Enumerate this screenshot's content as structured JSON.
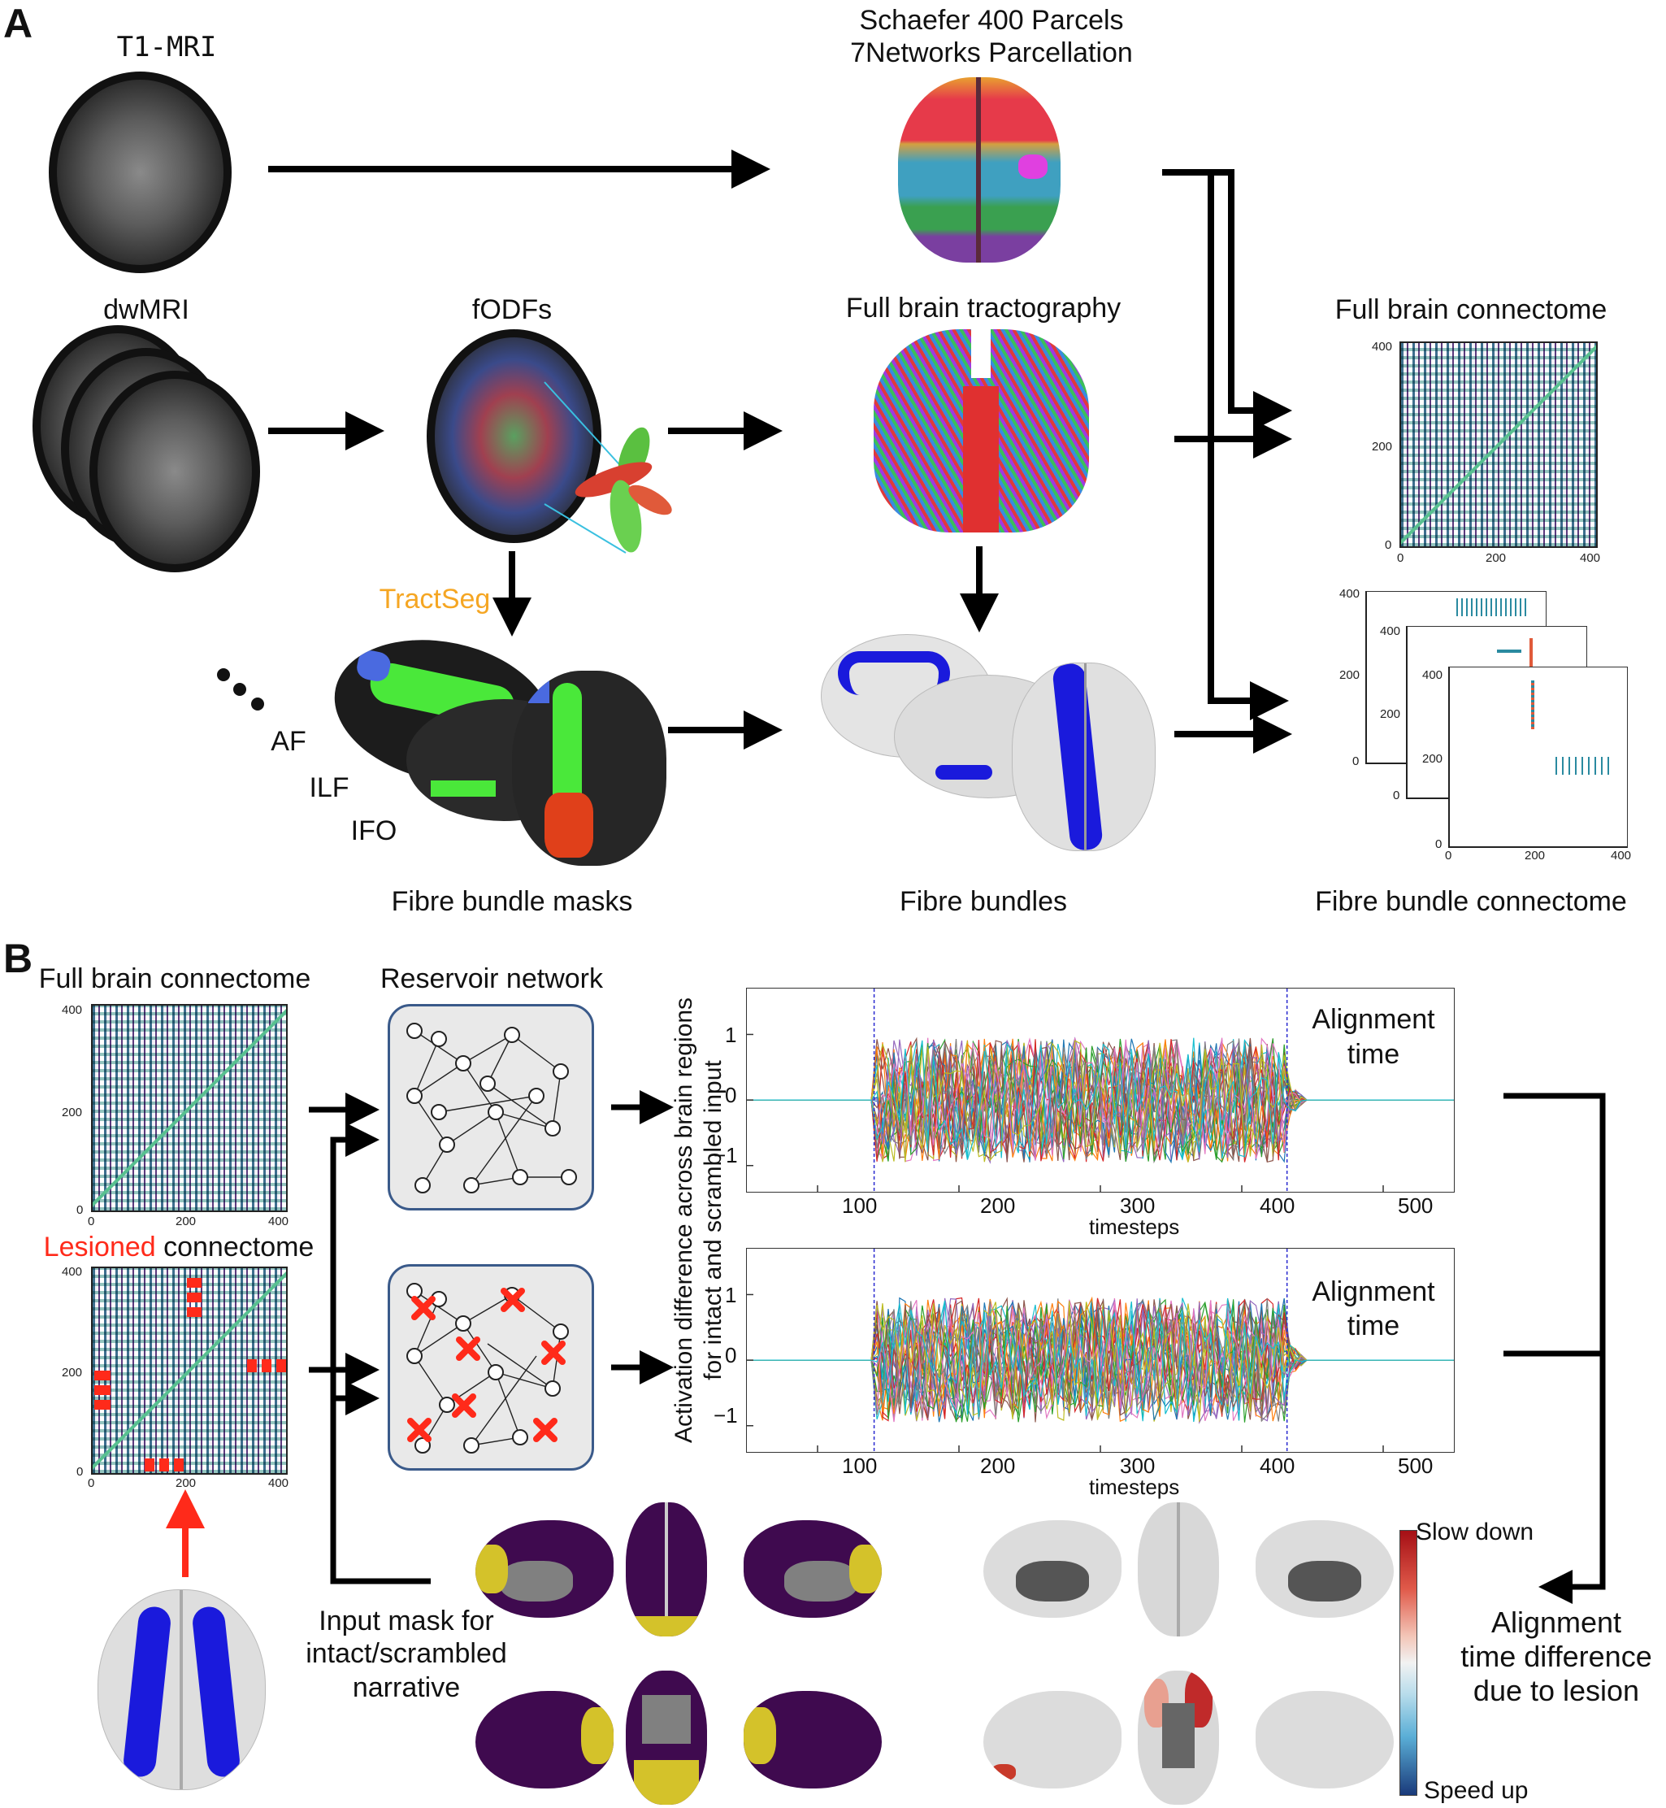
{
  "panel_a": {
    "letter": "A",
    "t1_label": "T1-MRI",
    "schaefer_line1": "Schaefer 400 Parcels",
    "schaefer_line2": "7Networks Parcellation",
    "dwmri_label": "dwMRI",
    "fodf_label": "fODFs",
    "tractography_label": "Full brain tractography",
    "connectome_label": "Full brain connectome",
    "tractseg_label": "TractSeg",
    "af_label": "AF",
    "ilf_label": "ILF",
    "ifo_label": "IFO",
    "masks_label": "Fibre bundle masks",
    "bundles_label": "Fibre bundles",
    "bundle_connectome_label": "Fibre bundle connectome",
    "matrix_ticks": {
      "t0": "0",
      "t200": "200",
      "t400": "400"
    }
  },
  "panel_b": {
    "letter": "B",
    "full_connectome_label": "Full brain connectome",
    "reservoir_label": "Reservoir network",
    "lesioned_word": "Lesioned",
    "lesioned_rest": " connectome",
    "input_mask_line1": "Input mask for",
    "input_mask_line2": "intact/scrambled",
    "input_mask_line3": "narrative",
    "alignment_line1": "Alignment",
    "alignment_line2": "time",
    "y_axis_label_line1": "Activation difference across  brain regions",
    "y_axis_label_line2": "for intact and scrambled input",
    "x_axis_label": "timesteps",
    "x_ticks": [
      "100",
      "200",
      "300",
      "400",
      "500"
    ],
    "y_ticks": [
      "1",
      "0",
      "−1"
    ],
    "slow_down": "Slow down",
    "speed_up": "Speed up",
    "result_line1": "Alignment",
    "result_line2": "time difference",
    "result_line3": "due to lesion"
  },
  "colors": {
    "tractseg": "#f5a623",
    "lesion_red": "#ff2a1a",
    "bundle_blue": "#1a1adc",
    "mask_purple": "#3f0a4f",
    "mask_yellow": "#d4c22a"
  },
  "chart_data": [
    {
      "type": "line",
      "title": "",
      "xlabel": "timesteps",
      "ylabel": "Activation difference across  brain regions for intact and scrambled input",
      "xlim": [
        50,
        550
      ],
      "ylim": [
        -1.4,
        1.7
      ],
      "x_ticks": [
        100,
        200,
        300,
        400,
        500
      ],
      "y_ticks": [
        -1,
        0,
        1
      ],
      "vlines": [
        140,
        432
      ],
      "annotation": "Alignment time"
    },
    {
      "type": "line",
      "title": "",
      "xlabel": "timesteps",
      "ylabel": "Activation difference across  brain regions for intact and scrambled input",
      "xlim": [
        50,
        550
      ],
      "ylim": [
        -1.4,
        1.7
      ],
      "x_ticks": [
        100,
        200,
        300,
        400,
        500
      ],
      "y_ticks": [
        -1,
        0,
        1
      ],
      "vlines": [
        140,
        432
      ],
      "annotation": "Alignment time"
    }
  ]
}
